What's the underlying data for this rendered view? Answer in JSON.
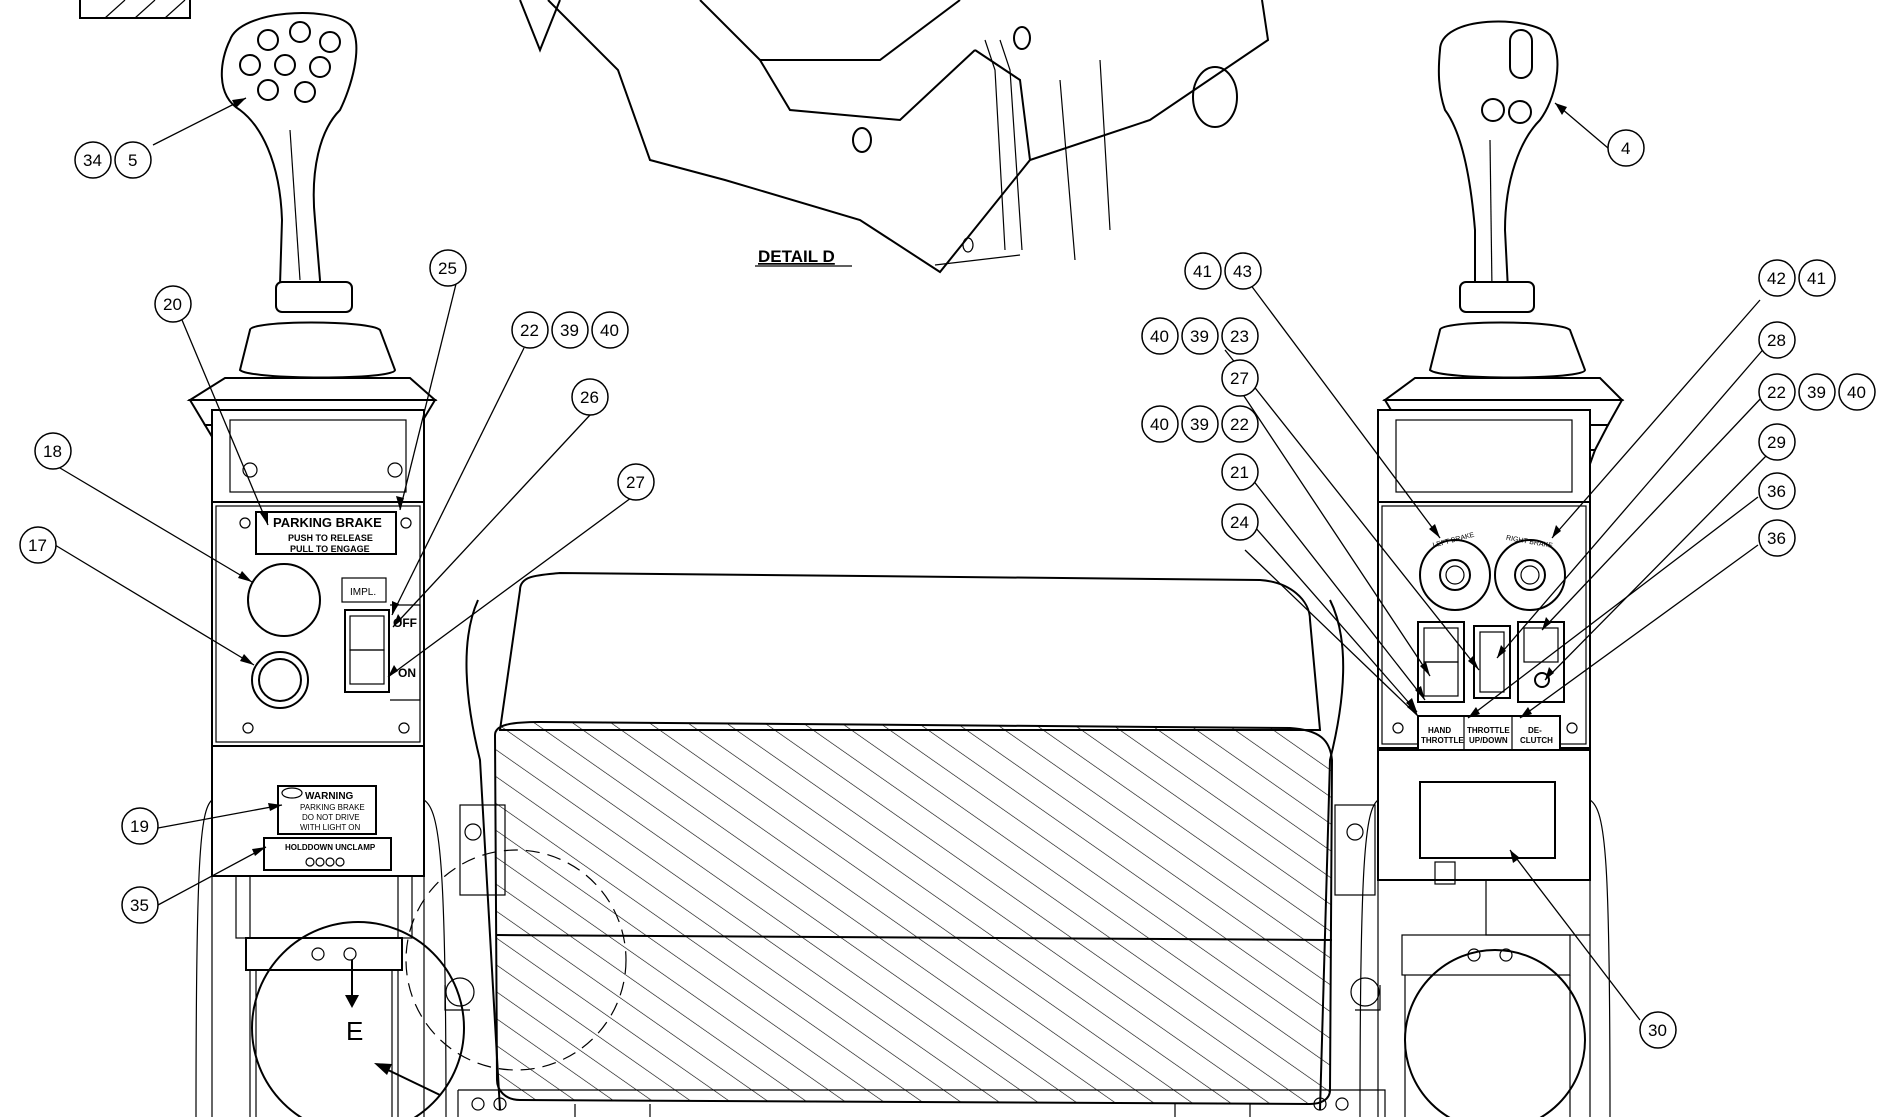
{
  "detail_title": "DETAIL D",
  "detail_marker": "E",
  "left_panel": {
    "parking_brake_title": "PARKING BRAKE",
    "parking_brake_line1": "PUSH TO RELEASE",
    "parking_brake_line2": "PULL TO ENGAGE",
    "switch_tag": "IMPL.",
    "off_label": "OFF",
    "on_label": "ON",
    "warning_title": "WARNING",
    "warning_line1": "PARKING BRAKE",
    "warning_line2": "DO NOT DRIVE",
    "warning_line3": "WITH LIGHT ON",
    "holddown_title": "HOLDDOWN UNCLAMP"
  },
  "right_panel": {
    "left_brake": "LEFT BRAKE",
    "right_brake": "RIGHT BRAKE",
    "hand": "HAND",
    "throttle": "THROTTLE",
    "throttle_updown_1": "THROTTLE",
    "throttle_updown_2": "UP/DOWN",
    "declutch_1": "DE-",
    "declutch_2": "CLUTCH"
  },
  "callouts": [
    {
      "id": "c34",
      "text": "34"
    },
    {
      "id": "c5",
      "text": "5"
    },
    {
      "id": "c4",
      "text": "4"
    },
    {
      "id": "c25",
      "text": "25"
    },
    {
      "id": "c20",
      "text": "20"
    },
    {
      "id": "c22a",
      "text": "22"
    },
    {
      "id": "c39a",
      "text": "39"
    },
    {
      "id": "c40a",
      "text": "40"
    },
    {
      "id": "c26",
      "text": "26"
    },
    {
      "id": "c18",
      "text": "18"
    },
    {
      "id": "c27a",
      "text": "27"
    },
    {
      "id": "c17",
      "text": "17"
    },
    {
      "id": "c19",
      "text": "19"
    },
    {
      "id": "c35",
      "text": "35"
    },
    {
      "id": "c41a",
      "text": "41"
    },
    {
      "id": "c43",
      "text": "43"
    },
    {
      "id": "c40b",
      "text": "40"
    },
    {
      "id": "c39b",
      "text": "39"
    },
    {
      "id": "c23",
      "text": "23"
    },
    {
      "id": "c27b",
      "text": "27"
    },
    {
      "id": "c40c",
      "text": "40"
    },
    {
      "id": "c39c",
      "text": "39"
    },
    {
      "id": "c22b",
      "text": "22"
    },
    {
      "id": "c21",
      "text": "21"
    },
    {
      "id": "c24",
      "text": "24"
    },
    {
      "id": "c42",
      "text": "42"
    },
    {
      "id": "c41b",
      "text": "41"
    },
    {
      "id": "c28",
      "text": "28"
    },
    {
      "id": "c22c",
      "text": "22"
    },
    {
      "id": "c39d",
      "text": "39"
    },
    {
      "id": "c40d",
      "text": "40"
    },
    {
      "id": "c29",
      "text": "29"
    },
    {
      "id": "c36a",
      "text": "36"
    },
    {
      "id": "c36b",
      "text": "36"
    },
    {
      "id": "c30",
      "text": "30"
    }
  ]
}
